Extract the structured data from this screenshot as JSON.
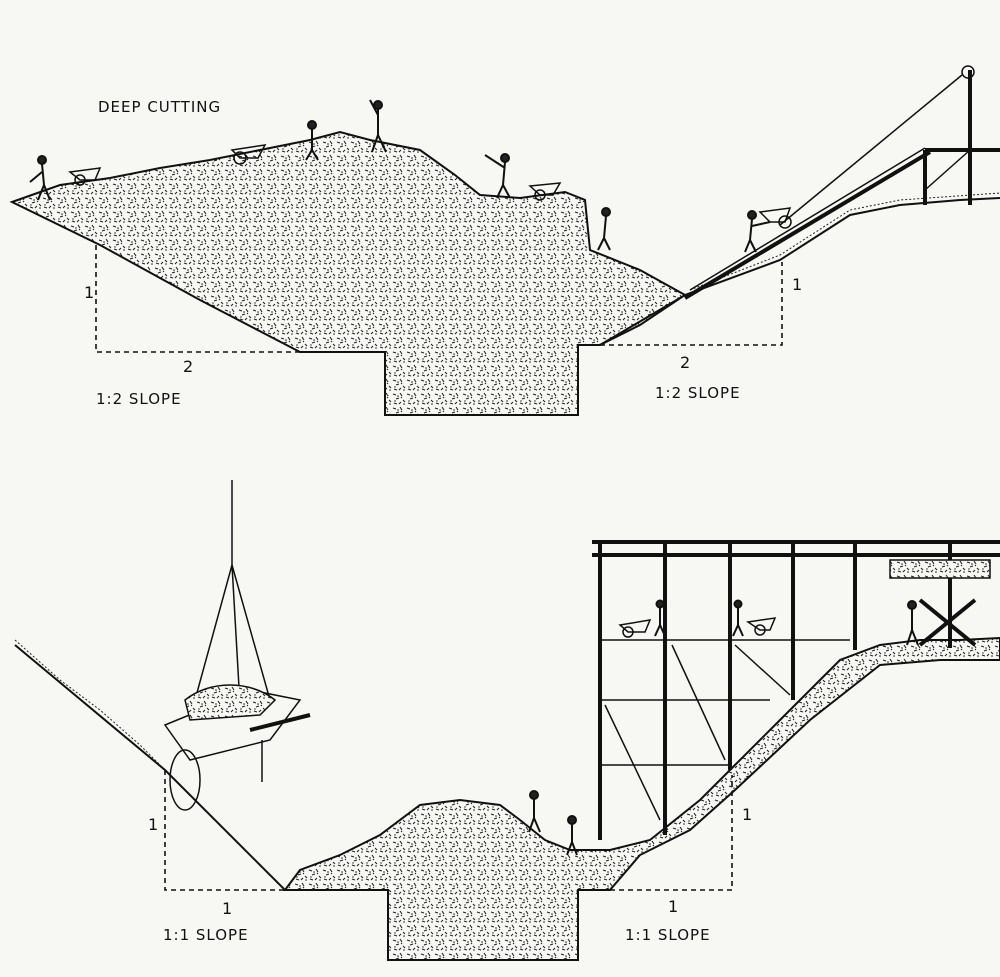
{
  "title": "DEEP CUTTING",
  "top_section": {
    "left_dim": {
      "rise": "1",
      "run": "2",
      "label": "1:2 SLOPE"
    },
    "right_dim": {
      "rise": "1",
      "run": "2",
      "label": "1:2 SLOPE"
    }
  },
  "bottom_section": {
    "left_dim": {
      "rise": "1",
      "run": "1",
      "label": "1:1 SLOPE"
    },
    "right_dim": {
      "rise": "1",
      "run": "1",
      "label": "1:1 SLOPE"
    }
  }
}
